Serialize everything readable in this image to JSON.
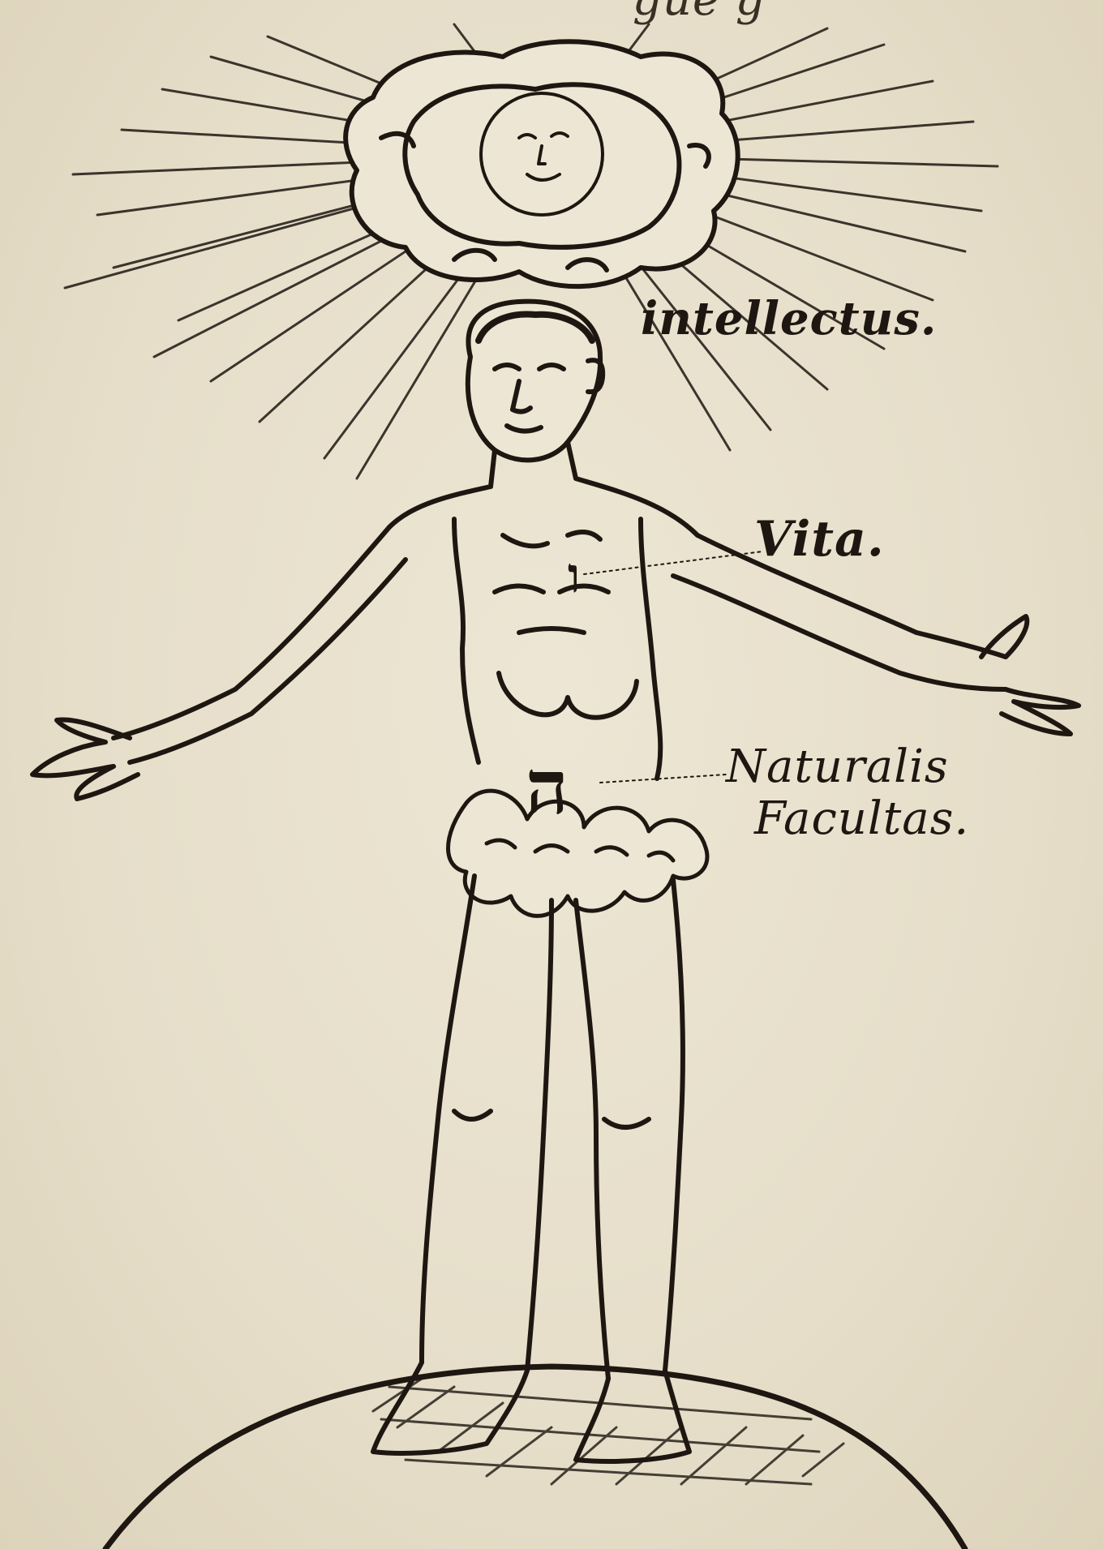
{
  "labels": {
    "top_fragment": "gue g",
    "intellectus": "intellectus.",
    "vita": "Vita.",
    "naturalis": "Naturalis",
    "facultas": "Facultas.",
    "heart_letter": "ו",
    "belly_letter": "ה"
  },
  "colors": {
    "paper": "#e8e0cd",
    "ink": "#1e1711"
  }
}
